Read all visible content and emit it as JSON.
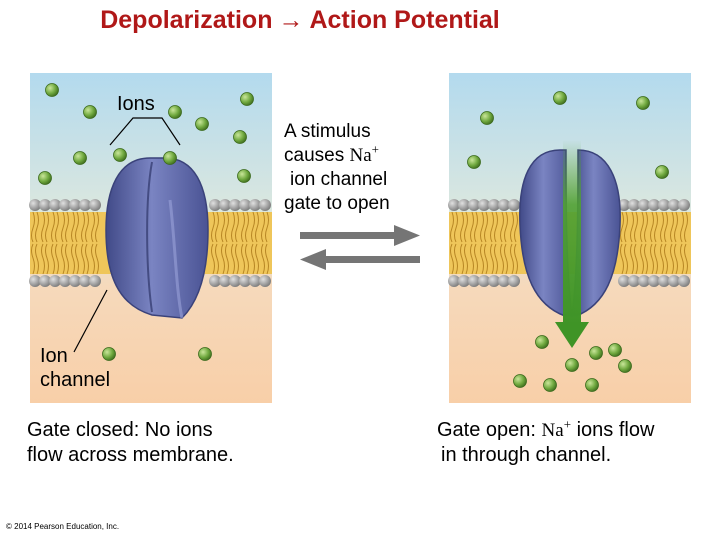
{
  "title": {
    "left": "Depolarization",
    "arrow": "→",
    "right": "Action Potential"
  },
  "ions_label": "Ions",
  "stimulus": {
    "line1": "A stimulus",
    "line2_prefix": "causes ",
    "na_symbol": "Na",
    "na_charge": "+",
    "line3": "ion channel",
    "line4": "gate to open"
  },
  "ion_channel_label": {
    "line1": "Ion",
    "line2": "channel"
  },
  "caption_left": {
    "line1": "Gate closed: No ions",
    "line2": "flow across membrane."
  },
  "caption_right": {
    "prefix": "Gate open: ",
    "na_symbol": "Na",
    "na_charge": "+",
    "suffix": " ions flow",
    "line2": "in through channel."
  },
  "copyright": "© 2014 Pearson Education, Inc.",
  "colors": {
    "title": "#b01818",
    "extracellular": "#b6dcef",
    "intracellular": "#f7d4b0",
    "lipid_head": "#9a9a9a",
    "lipid_tail": "#d7a93a",
    "channel": "#5e68a8",
    "ion": "#6fa83e",
    "flow_arrow": "#4fa032",
    "exchange_arrow": "#757575"
  }
}
